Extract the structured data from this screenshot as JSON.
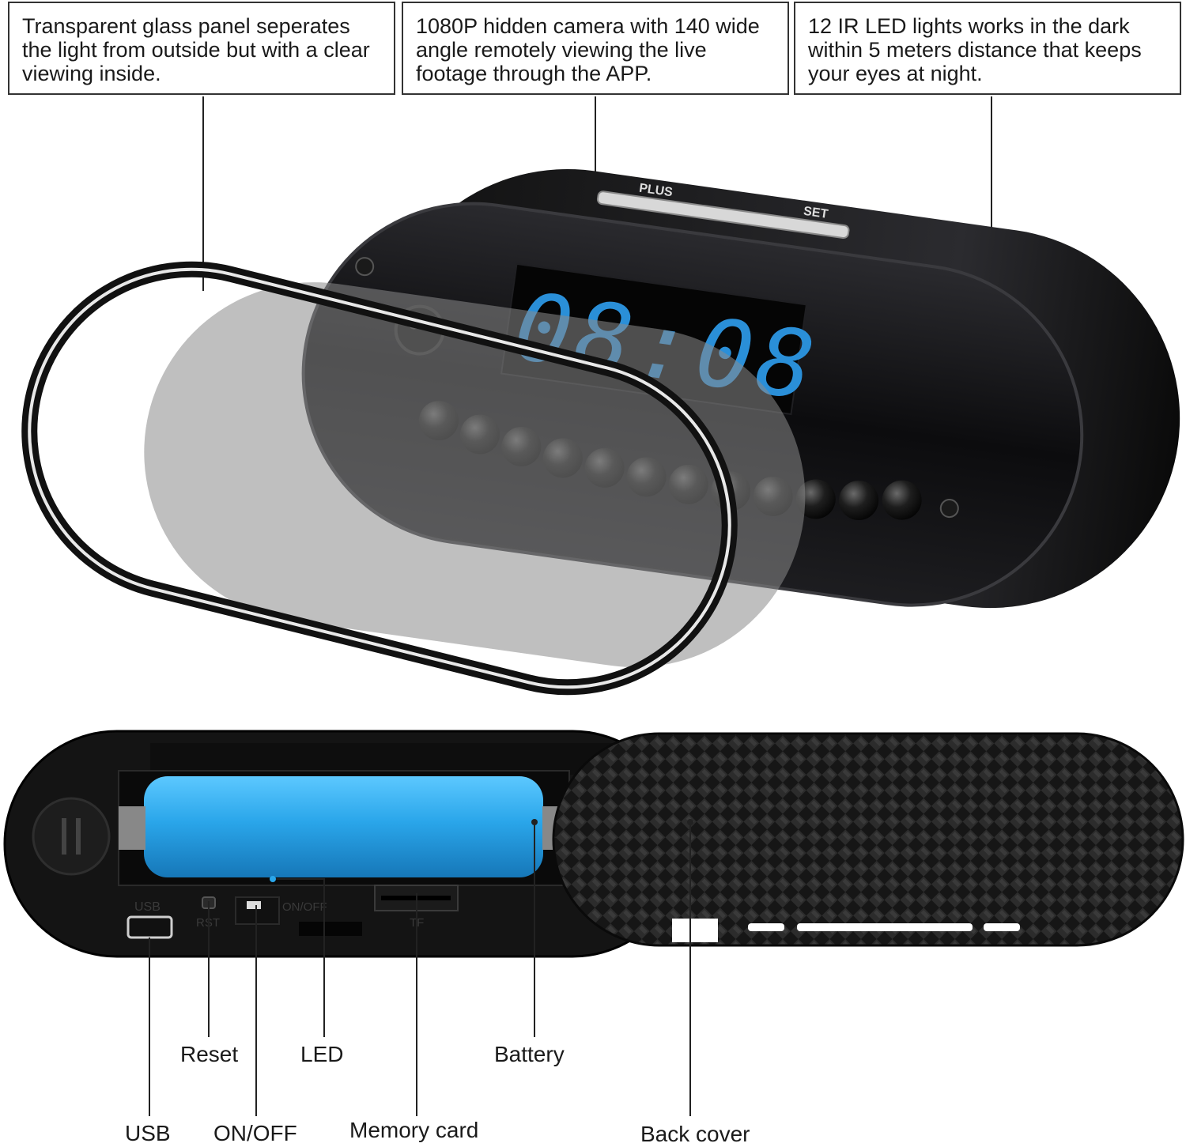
{
  "callouts": {
    "glass": "Transparent glass panel seperates the light from outside but with a clear viewing inside.",
    "camera": "1080P hidden camera with 140 wide angle  remotely viewing the live footage through the APP.",
    "ir": "12 IR LED lights works in the dark within 5 meters distance that keeps your eyes at night."
  },
  "clock": {
    "buttons": {
      "plus": "PLUS",
      "set": "SET"
    },
    "display": "08:08",
    "display_color": "#2a8fd8",
    "ir_led_count": 12
  },
  "back_panel": {
    "port_labels": {
      "usb": "USB",
      "rst": "RST",
      "onoff": "ON/OFF",
      "tf": "TF"
    },
    "battery_color": "#2aa6ea"
  },
  "labels": {
    "usb": "USB",
    "reset": "Reset",
    "onoff": "ON/OFF",
    "led": "LED",
    "memory_card": "Memory card",
    "battery": "Battery",
    "back_cover": "Back cover"
  }
}
